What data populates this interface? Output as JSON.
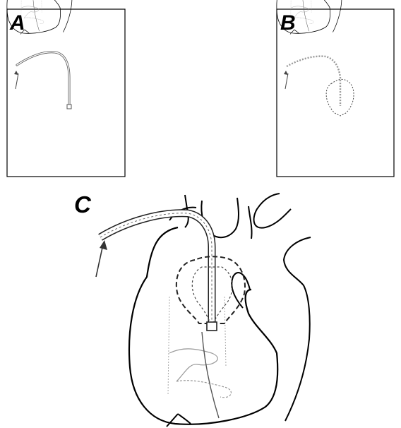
{
  "panels": {
    "a": {
      "label": "A"
    },
    "b": {
      "label": "B"
    },
    "c": {
      "label": "C"
    }
  },
  "colors": {
    "outline": "#000000",
    "catheter": "#555555",
    "faint": "#aaaaaa",
    "background": "#ffffff"
  }
}
